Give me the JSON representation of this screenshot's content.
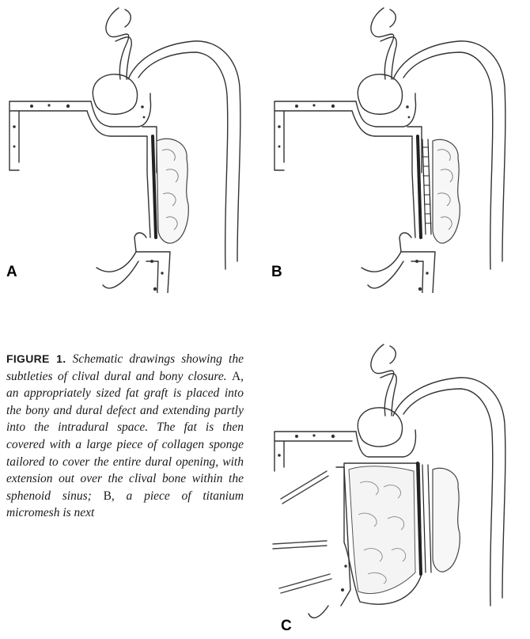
{
  "figure": {
    "panels": [
      {
        "letter": "A"
      },
      {
        "letter": "B"
      },
      {
        "letter": "C"
      }
    ],
    "caption": {
      "label": "FIGURE 1.",
      "text_1": "Schematic drawings showing the subtleties of clival dural and bony closure.",
      "ref_a": "A",
      "text_2": ", an appropriately sized fat graft is placed into the bony and dural defect and extending partly into the intradural space. The fat is then covered with a large piece of collagen sponge tailored to cover the entire dural opening, with extension out over the clival bone within the sphenoid sinus;",
      "ref_b": "B",
      "text_3": ", a piece of titanium micromesh is next"
    }
  }
}
